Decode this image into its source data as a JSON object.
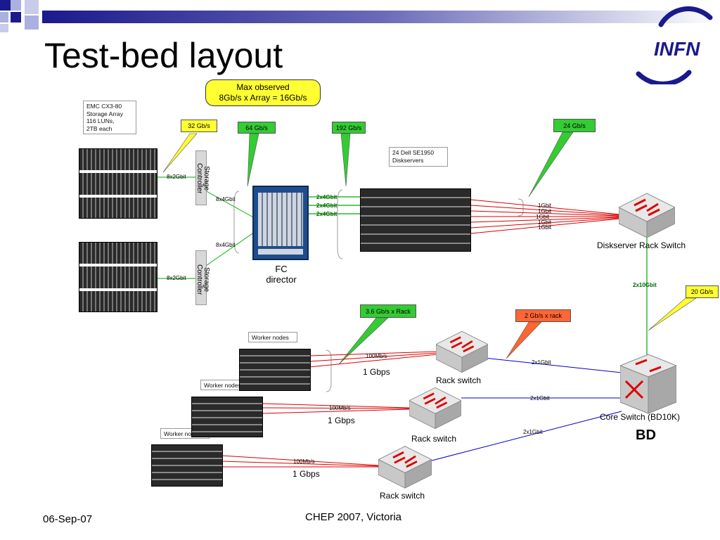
{
  "slide": {
    "title": "Test-bed layout",
    "footer_date": "06-Sep-07",
    "footer_center": "CHEP 2007, Victoria",
    "logo_text": "INFN",
    "colors": {
      "accent": "#1a1a8c",
      "yellow_callout": "#ffff33",
      "green_callout": "#33cc33",
      "orange_callout": "#ff6633",
      "red_link": "#dd0000",
      "blue_link": "#0000cc",
      "green_link": "#00aa00"
    }
  },
  "callouts": {
    "max_observed_line1": "Max observed",
    "max_observed_line2": "8Gb/s x Array = 16Gb/s",
    "c32": "32 Gb/s",
    "c64": "64 Gb/s",
    "c192": "192 Gb/s",
    "c24": "24 Gb/s",
    "c20": "20 Gb/s",
    "c36": "3.6 Gb/s  x Rack",
    "c2": "2 Gb/s  x rack"
  },
  "storage": {
    "note_lines": [
      "EMC CX3-80",
      "Storage Array",
      "116 LUNs,",
      "2TB each"
    ],
    "controller_label_1": "Storage",
    "controller_label_2": "Controller",
    "link_8x2": "8x2Gbit",
    "link_8x4": "8x4Gbit"
  },
  "fc": {
    "label_1": "FC",
    "label_2": "director",
    "links": [
      "2x4Gbit",
      "2x4Gbit",
      "2x4Gbit"
    ]
  },
  "diskservers": {
    "note_lines": [
      "24 Dell SE1950",
      "Diskservers"
    ],
    "links": [
      "1Gbit",
      "1Gbit",
      "1Gbit",
      "1Gbit",
      "1Gbit"
    ],
    "switch_label": "Diskserver Rack Switch",
    "uplink": "2x10Gbit"
  },
  "workers": {
    "note": "Worker nodes",
    "rack_link": "100Mb/s",
    "rack_speed": "1 Gbps",
    "rack_switch_label": "Rack switch",
    "core_link": "2x1Gbit",
    "core_label": "Core Switch (BD10K)",
    "bd": "BD"
  }
}
